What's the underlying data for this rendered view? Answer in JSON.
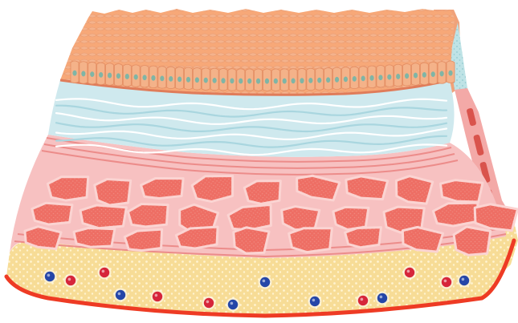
{
  "diagram": {
    "labels": [],
    "layers": [
      {
        "id": "epithelium",
        "kind": "columnar epithelium with surface cells",
        "colors": {
          "surface": "#f7a878",
          "cells": "#f4b289",
          "cell_edge": "#e38d63",
          "nucleus": "#7fb5a6",
          "side": "#bfe3e6"
        }
      },
      {
        "id": "connective-tissue",
        "kind": "wavy fibrous connective tissue",
        "colors": {
          "fill": "#cfe9ee",
          "fiber": "#ffffff",
          "fiber_shade": "#a9d6df"
        }
      },
      {
        "id": "muscle-band",
        "kind": "muscle layer with fibre bundles",
        "colors": {
          "fill": "#f7c1c1",
          "stripe": "#ec8c8a",
          "bundle": "#ee6e64",
          "bundle_dot": "#f08a80",
          "gap": "#fbd4d2"
        }
      },
      {
        "id": "adipose-layer",
        "kind": "fatty tissue with blood vessels",
        "colors": {
          "fill": "#f7dc96",
          "droplet": "#fff3cf",
          "edge": "#ee3b24"
        }
      }
    ],
    "vessels": {
      "artery_color": "#d6253a",
      "vein_color": "#2546a8",
      "count_artery": 8,
      "count_vein": 8
    }
  }
}
